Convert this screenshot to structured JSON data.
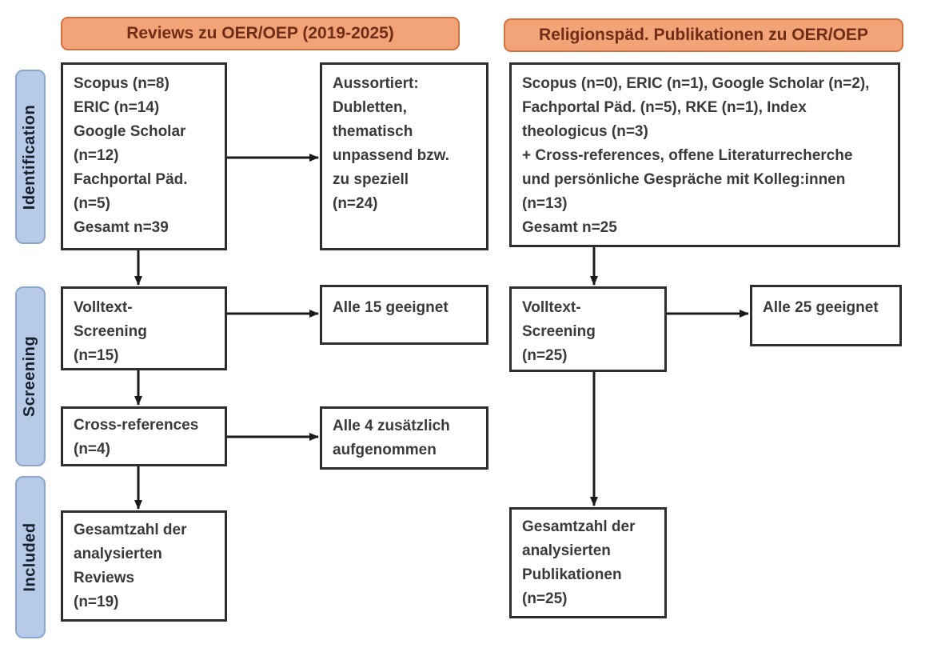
{
  "headers": {
    "left": "Reviews zu OER/OEP (2019-2025)",
    "right": "Religionspäd. Publikationen zu OER/OEP"
  },
  "stages": {
    "identification": "Identification",
    "screening": "Screening",
    "included": "Included"
  },
  "boxes": {
    "left_sources": {
      "lines": [
        "Scopus (n=8)",
        "ERIC (n=14)",
        "Google Scholar",
        "(n=12)",
        "Fachportal Päd.",
        "(n=5)",
        "Gesamt n=39"
      ]
    },
    "left_excluded": {
      "lines": [
        "Aussortiert:",
        "Dubletten,",
        "thematisch",
        "unpassend bzw.",
        "zu speziell",
        "(n=24)"
      ]
    },
    "right_sources": {
      "lines": [
        "Scopus (n=0), ERIC (n=1), Google Scholar (n=2),",
        "Fachportal Päd. (n=5), RKE (n=1), Index",
        "theologicus (n=3)",
        "+ Cross-references, offene Literaturrecherche",
        "und persönliche Gespräche mit Kolleg:innen",
        "(n=13)",
        "Gesamt n=25"
      ]
    },
    "left_fulltext": {
      "lines": [
        "Volltext-",
        "Screening",
        "(n=15)"
      ]
    },
    "left_fulltext_result": {
      "lines": [
        "Alle 15 geeignet"
      ]
    },
    "right_fulltext": {
      "lines": [
        "Volltext-",
        "Screening",
        "(n=25)"
      ]
    },
    "right_fulltext_result": {
      "lines": [
        "Alle 25 geeignet"
      ]
    },
    "left_crossref": {
      "lines": [
        "Cross-references",
        "(n=4)"
      ]
    },
    "left_crossref_result": {
      "lines": [
        "Alle 4 zusätzlich",
        "aufgenommen"
      ]
    },
    "left_included": {
      "lines": [
        "Gesamtzahl der",
        "analysierten",
        "Reviews",
        "(n=19)"
      ]
    },
    "right_included": {
      "lines": [
        "Gesamtzahl der",
        "analysierten",
        "Publikationen",
        "(n=25)"
      ]
    }
  },
  "colors": {
    "header_fill": "#F2A478",
    "header_border": "#D4703C",
    "header_text": "#6F2C16",
    "stage_fill": "#B7CBE9",
    "stage_border": "#8CA6CE",
    "stage_text": "#16202E",
    "box_border": "#2E2E2E",
    "box_text": "#3A3A3A",
    "arrow": "#1A1A1A"
  }
}
